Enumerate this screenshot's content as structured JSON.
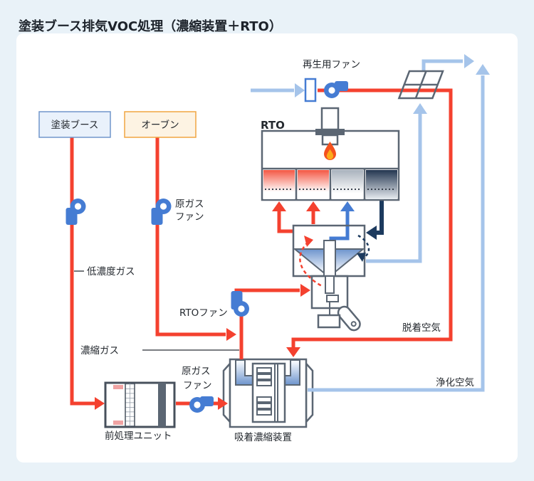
{
  "title": "塗装ブース排気VOC処理（濃縮装置＋RTO）",
  "nodes": {
    "paint_booth": "塗装ブース",
    "oven": "オーブン",
    "rto": "RTO",
    "pretreatment_unit": "前処理ユニット",
    "adsorption_concentrator": "吸着濃縮装置"
  },
  "fans": {
    "regeneration_fan": "再生用ファン",
    "raw_gas_fan_top": {
      "line1": "原ガス",
      "line2": "ファン"
    },
    "rto_fan": "RTOファン",
    "raw_gas_fan_bottom": {
      "line1": "原ガス",
      "line2": "ファン"
    }
  },
  "streams": {
    "low_concentration_gas": "低濃度ガス",
    "concentrated_gas": "濃縮ガス",
    "desorption_air": "脱着空気",
    "purified_air": "浄化空気"
  },
  "colors": {
    "red": "#f4412f",
    "light-blue": "#a5c4ea",
    "fan-blue": "#457cd3",
    "navy": "#1c3a5e",
    "equip-gray": "#5b6673",
    "bg": "#e9f2f8",
    "card": "#ffffff",
    "booth-fill": "#e9f1fb",
    "booth-border": "#7096cb",
    "oven-fill": "#fdf3e3",
    "oven-border": "#f0a542",
    "cell-red": "#f45744",
    "cell-gray": "#a9b2bd",
    "cell-navy": "#233650",
    "flame-outer": "#f4511e",
    "flame-inner": "#fcab1a",
    "funnel-blue": "#6d94cd",
    "filter-pink": "#f0a3a3"
  }
}
